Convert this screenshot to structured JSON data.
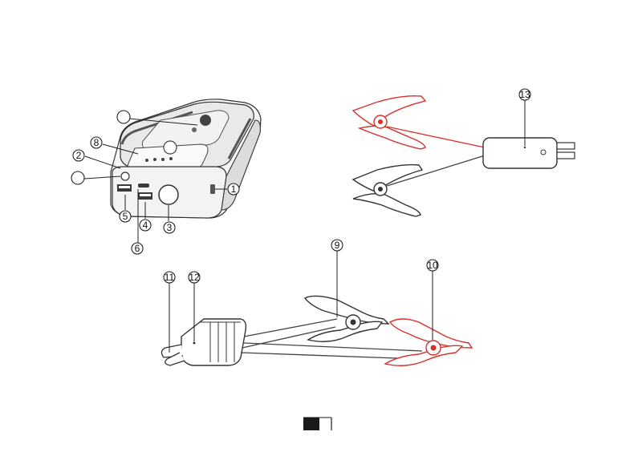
{
  "callouts": {
    "c1": "1",
    "c2": "2",
    "c3": "3",
    "c4": "4",
    "c5": "5",
    "c6": "6",
    "c7": "",
    "c8": "8",
    "c9": "9",
    "c10": "10",
    "c11": "11",
    "c12": "12",
    "c13": "13",
    "c14": ""
  },
  "colors": {
    "red_clamp": "#d9302b",
    "black_clamp": "#333333",
    "page_marker": "#1a1a1a"
  }
}
